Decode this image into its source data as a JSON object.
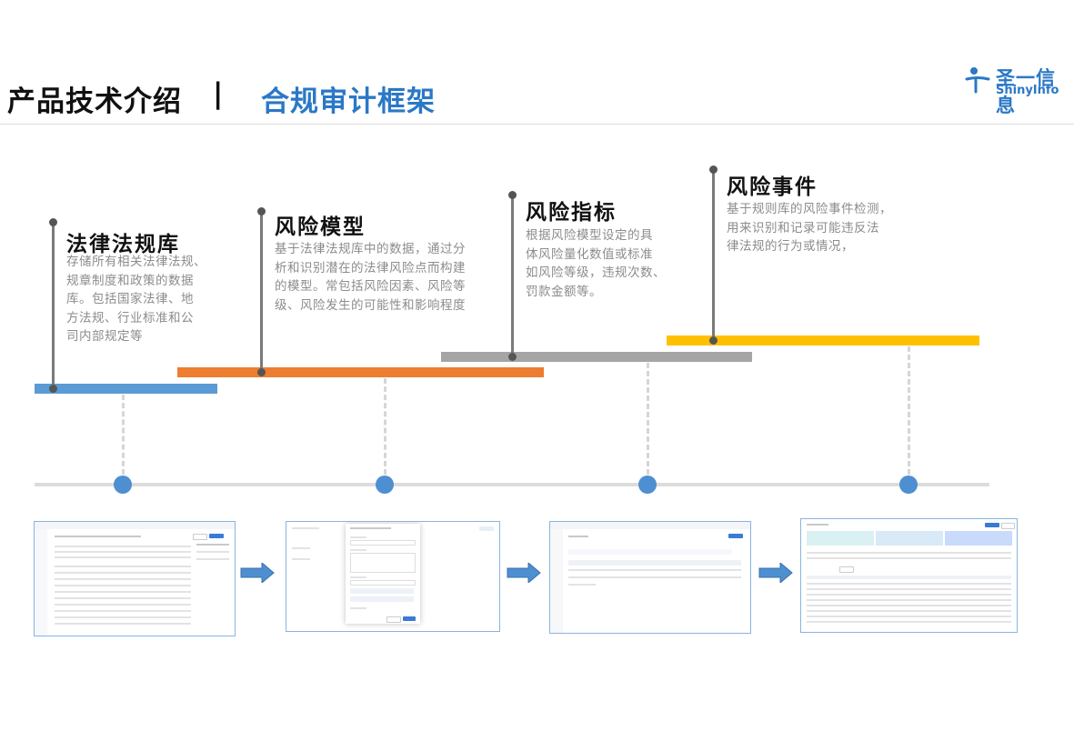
{
  "header": {
    "title": "产品技术介绍",
    "separator": "|",
    "subtitle": "合规审计框架",
    "logo_cn": "圣一信息",
    "logo_en": "ShinyInfo"
  },
  "stages": [
    {
      "title": "法律法规库",
      "desc_lines": [
        "存储所有相关法律法规、",
        "规章制度和政策的数据",
        "库。包括国家法律、地",
        "方法规、行业标准和公",
        "司内部规定等"
      ],
      "color": "#5b9bd5"
    },
    {
      "title": "风险模型",
      "desc_lines": [
        "基于法律法规库中的数据，通过分",
        "析和识别潜在的法律风险点而构建",
        "的模型。常包括风险因素、风险等",
        "级、风险发生的可能性和影响程度"
      ],
      "color": "#ed7d31"
    },
    {
      "title": "风险指标",
      "desc_lines": [
        "根据风险模型设定的具",
        "体风险量化数值或标准",
        "如风险等级，违规次数、",
        "罚款金额等。"
      ],
      "color": "#a5a5a5"
    },
    {
      "title": "风险事件",
      "desc_lines": [
        "基于规则库的风险事件检测，",
        "用来识别和记录可能违反法",
        "律法规的行为或情况，"
      ],
      "color": "#ffc000"
    }
  ],
  "colors": {
    "accent": "#2a78c6",
    "axis": "#dcdcdc",
    "node": "#4e8fd2",
    "arrow": "#4e8fd2"
  },
  "icons": [
    "arrow-right-icon",
    "logo-person-icon"
  ]
}
